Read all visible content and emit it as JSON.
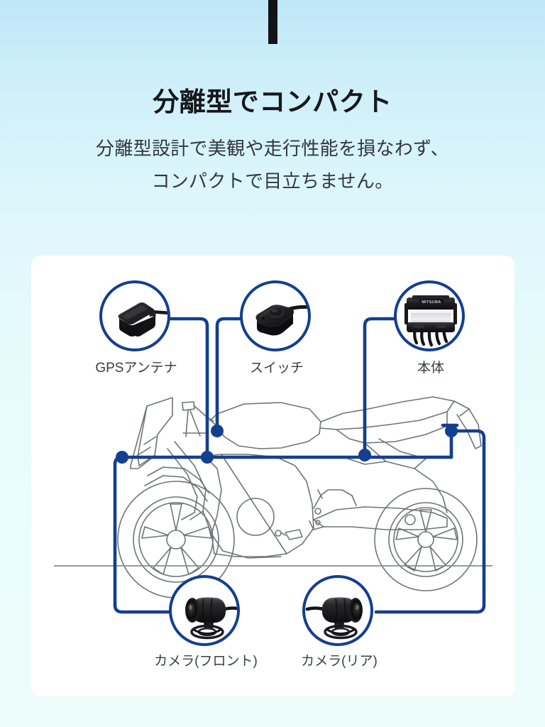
{
  "page": {
    "headline": "分離型でコンパクト",
    "subhead_lines": [
      "分離型設計で美観や走行性能を損なわず、",
      "コンパクトで目立ちません。"
    ],
    "accent_bar_color": "#111418",
    "background_top_color": "#bfe7f7",
    "background_bottom_color": "#edfdfc",
    "card_color": "#ffffff"
  },
  "diagram": {
    "line_color": "#133f8f",
    "bike_outline_color": "#6f7378",
    "ground_line_color": "#8a8d91",
    "components": [
      {
        "id": "gps-antenna",
        "label": "GPSアンテナ",
        "icon": "gps-antenna-icon",
        "position": "top-left"
      },
      {
        "id": "switch",
        "label": "スイッチ",
        "icon": "switch-pod-icon",
        "position": "top-center"
      },
      {
        "id": "main-unit",
        "label": "本体",
        "icon": "main-unit-icon",
        "brand_text": "MITSUBA",
        "position": "top-right"
      },
      {
        "id": "camera-front",
        "label": "カメラ(フロント)",
        "icon": "bullet-camera-icon",
        "position": "bottom-left"
      },
      {
        "id": "camera-rear",
        "label": "カメラ(リア)",
        "icon": "bullet-camera-icon",
        "position": "bottom-right"
      }
    ]
  }
}
